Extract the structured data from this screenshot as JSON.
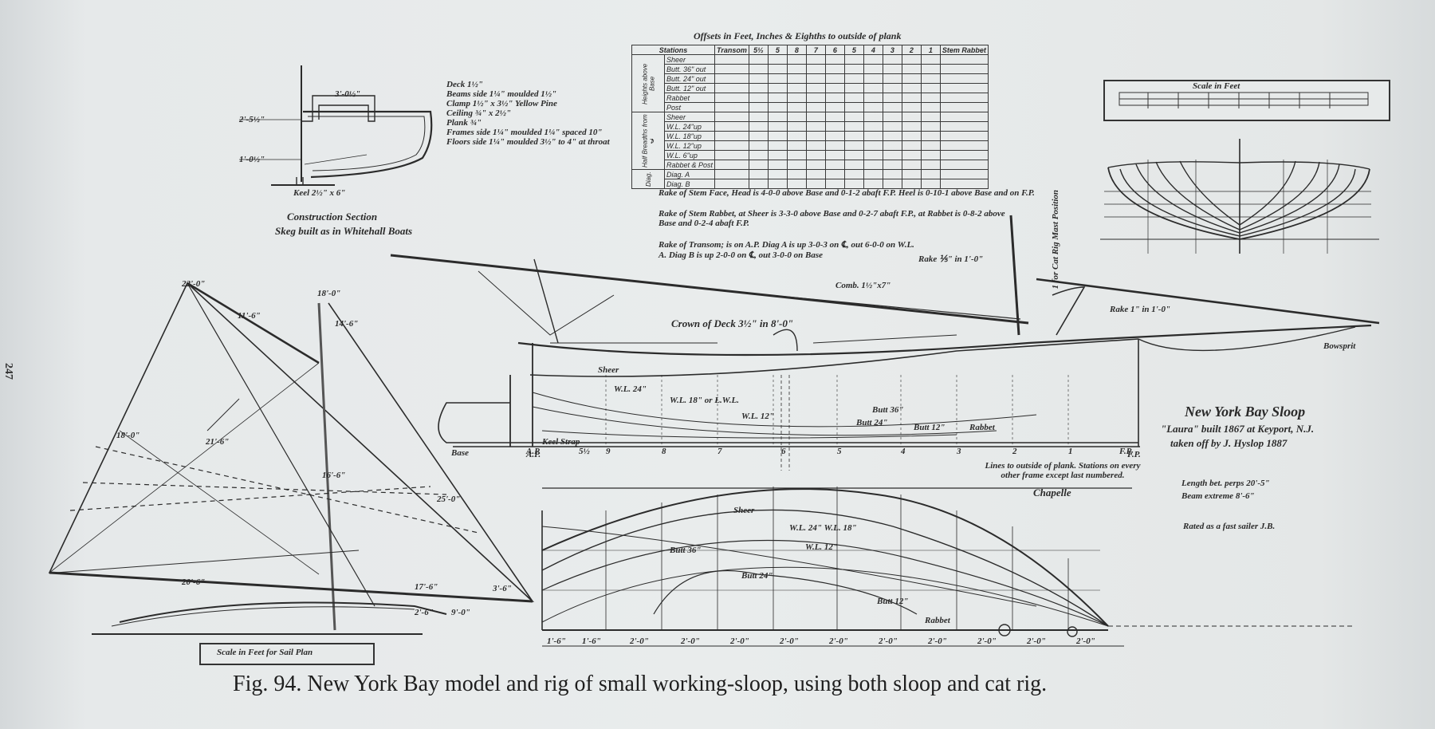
{
  "caption": "Fig. 94. New York Bay model and rig of small working-sloop, using both sloop and cat rig.",
  "page_number": "247",
  "offsets": {
    "title": "Offsets in Feet, Inches & Eighths to outside of plank",
    "header": [
      "Stations",
      "Transom",
      "5½",
      "5",
      "8",
      "7",
      "6",
      "5",
      "4",
      "3",
      "2",
      "1",
      "Stem Rabbet"
    ],
    "groups": [
      {
        "label": "Heights above Base",
        "rows": [
          "Sheer",
          "Butt. 36\" out",
          "Butt. 24\" out",
          "Butt. 12\" out",
          "Rabbet",
          "Post"
        ]
      },
      {
        "label": "Half Breadths from ℄",
        "rows": [
          "Sheer",
          "W.L. 24\"up",
          "W.L. 18\"up",
          "W.L. 12\"up",
          "W.L. 6\"up",
          "Rabbet & Post"
        ]
      },
      {
        "label": "Diag.",
        "rows": [
          "Diag. A",
          "Diag. B"
        ]
      }
    ]
  },
  "notes": {
    "rake_stem_face": "Rake of Stem Face, Head is 4-0-0 above Base and 0-1-2 abaft F.P. Heel is 0-10-1 above Base and on F.P.",
    "rake_stem_rabbet": "Rake of Stem Rabbet, at Sheer is 3-3-0 above Base and 0-2-7 abaft F.P., at Rabbet is 0-8-2 above Base and 0-2-4 abaft F.P.",
    "rake_transom": "Rake of Transom; is on A.P. Diag A is up 3-0-3 on ℄, out 6-0-0 on W.L. A. Diag B is up 2-0-0 on ℄, out 3-0-0 on Base",
    "crown": "Crown of Deck 3½\" in 8'-0\"",
    "rake_mast": "Rake ⅕\" in 1'-0\"",
    "rake_bowsprit": "Rake 1\" in 1'-0\"",
    "mast_position": "1 for Cat Rig Mast Position",
    "lines_note": "Lines to outside of plank. Stations on every other frame except last numbered.",
    "signature": "Chapelle"
  },
  "construction": {
    "title": "Construction Section",
    "subtitle": "Skeg built as in Whitehall Boats",
    "specs": [
      "Deck 1½\"",
      "Beams side 1¼\" moulded 1½\"",
      "Clamp 1½\" x 3½\" Yellow Pine",
      "Ceiling ¾\" x 2½\"",
      "Plank ¾\"",
      "Frames side 1¼\" moulded 1¼\" spaced 10\"",
      "Floors side 1¼\" moulded 3½\" to 4\" at throat"
    ],
    "keel": "Keel 2½\" x 6\"",
    "dims": [
      "3'-0½\"",
      "1'-0½\"",
      "2'-5½\""
    ]
  },
  "vessel": {
    "name": "New York Bay Sloop",
    "built": "\"Laura\" built 1867 at Keyport, N.J.",
    "taken_off": "taken off by J. Hyslop 1887",
    "length": "Length bet. perps 20'-5\"",
    "beam": "Beam extreme 8'-6\"",
    "rated": "Rated as a fast sailer J.B."
  },
  "scale_label": "Scale in Feet",
  "sail_scale_label": "Scale in Feet for Sail Plan",
  "profile_labels": [
    "Sheer",
    "W.L. 24\"",
    "W.L. 18\" or L.W.L.",
    "W.L. 12\"",
    "Butt 36\"",
    "Butt 24\"",
    "Butt 12\"",
    "Rabbet",
    "Base",
    "A.P.",
    "F.P.",
    "Keel Strap",
    "Comb. 1½\"x7\"",
    "Bowsprit"
  ],
  "plan_labels": [
    "Sheer",
    "W.L. 24\" W.L. 18\"",
    "W.L. 12\"",
    "Butt 36\"",
    "Butt 24\"",
    "Butt 12\"",
    "Rabbet"
  ],
  "station_nums": [
    "A.P.",
    "5½",
    "9",
    "8",
    "7",
    "6",
    "5",
    "4",
    "3",
    "2",
    "1",
    "F.P."
  ],
  "spacing_marks": [
    "1'-6\"",
    "1'-6\"",
    "2'-0\"",
    "2'-0\"",
    "2'-0\"",
    "2'-0\"",
    "2'-0\"",
    "2'-0\"",
    "2'-0\"",
    "2'-0\"",
    "2'-0\"",
    "2'-0\""
  ],
  "sail_dims": [
    "22'-0\"",
    "18'-0\"",
    "14'-6\"",
    "11'-6\"",
    "18'-0\"",
    "21'-6\"",
    "16'-6\"",
    "25'-0\"",
    "20'-6\"",
    "17'-6\"",
    "3'-6\"",
    "2'-6\"",
    "9'-0\""
  ],
  "colors": {
    "ink": "#2b2b2b",
    "paper": "#e8ebeb"
  }
}
